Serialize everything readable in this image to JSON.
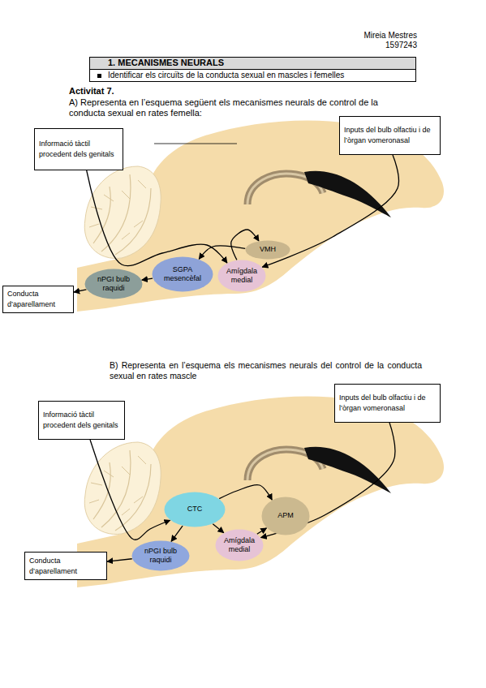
{
  "diagram": {
    "nodes": [
      {
        "text": [
          "1. MECANISMES NEURALS"
        ]
      },
      {
        "text": [
          "Identificar els circuïts de la conducta sexual en mascles i femelles"
        ]
      },
      {
        "text": [
          "Informació tàctil procedent dels genitals"
        ]
      },
      {
        "text": [
          "Inputs del bulb olfactiu i de l’òrgan vomeronasal"
        ]
      },
      {
        "text": [
          "VMH"
        ]
      },
      {
        "text": [
          "SGPA mesencèfal"
        ]
      },
      {
        "text": [
          "Amígdala medial"
        ]
      },
      {
        "text": [
          "nPGI bulb raquidi"
        ]
      },
      {
        "text": [
          "Conducta d’aparellament"
        ]
      },
      {
        "text": [
          "Informació tàctil procedent dels genitals"
        ]
      },
      {
        "text": [
          "Inputs del bulb olfactiu i de l’òrgan vomeronasal"
        ]
      },
      {
        "text": [
          "CTC"
        ]
      },
      {
        "text": [
          "APM"
        ]
      },
      {
        "text": [
          "Amígdala medial"
        ]
      },
      {
        "text": [
          "nPGI bulb raquidi"
        ]
      },
      {
        "text": [
          "Conducta d’aparellament"
        ]
      }
    ],
    "edges": [
      {
        "from": 2,
        "to": 6,
        "arrow": "to"
      },
      {
        "from": 3,
        "to": 6,
        "arrow": "to"
      },
      {
        "from": 6,
        "to": 4,
        "arrow": "to"
      },
      {
        "from": 4,
        "to": 5,
        "arrow": "to"
      },
      {
        "from": 5,
        "to": 7,
        "arrow": "to"
      },
      {
        "from": 7,
        "to": 8,
        "arrow": "to"
      },
      {
        "from": 9,
        "to": 11,
        "arrow": "to"
      },
      {
        "from": 10,
        "to": 13,
        "arrow": "to"
      },
      {
        "from": 11,
        "to": 12,
        "arrow": "to"
      },
      {
        "from": 11,
        "to": 13,
        "arrow": "to"
      },
      {
        "from": 13,
        "to": 12,
        "arrow": "to"
      },
      {
        "from": 11,
        "to": 14,
        "arrow": "to"
      },
      {
        "from": 14,
        "to": 15,
        "arrow": "to"
      }
    ],
    "labels": [
      "Mireia Mestres",
      "1597243",
      "Activitat 7.",
      "A) Representa en l’esquema següent els mecanismes neurals de control de la conducta sexual en rates femella:",
      "B) Representa en l’esquema els mecanismes neurals del control de la conducta sexual en rates mascle"
    ]
  }
}
